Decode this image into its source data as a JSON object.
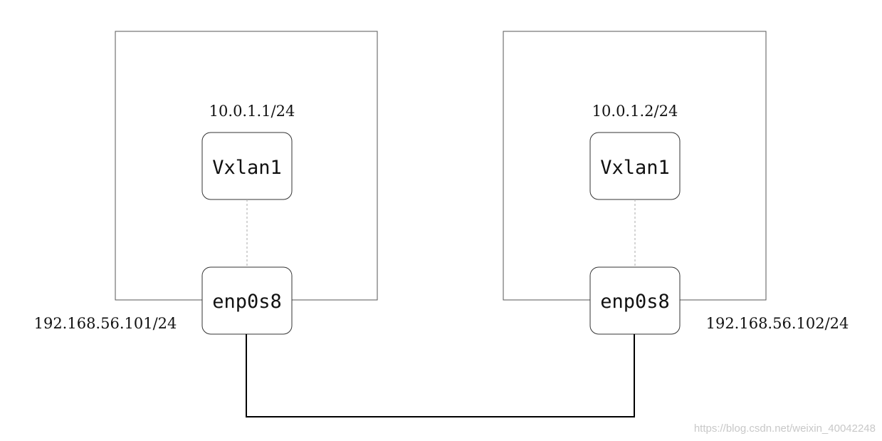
{
  "hosts": [
    {
      "vxlan": {
        "label": "Vxlan1",
        "address": "10.0.1.1/24"
      },
      "nic": {
        "label": "enp0s8",
        "address": "192.168.56.101/24"
      }
    },
    {
      "vxlan": {
        "label": "Vxlan1",
        "address": "10.0.1.2/24"
      },
      "nic": {
        "label": "enp0s8",
        "address": "192.168.56.102/24"
      }
    }
  ],
  "watermark": "https://blog.csdn.net/weixin_40042248"
}
